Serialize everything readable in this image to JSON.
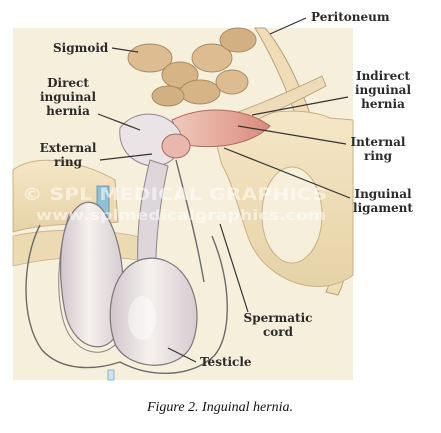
{
  "labels": {
    "peritoneum": "Peritoneum",
    "sigmoid": "Sigmoid",
    "direct_1": "Direct",
    "direct_2": "inguinal",
    "direct_3": "hernia",
    "indirect_1": "Indirect",
    "indirect_2": "inguinal",
    "indirect_3": "hernia",
    "external_1": "External",
    "external_2": "ring",
    "internal_1": "Internal",
    "internal_2": "ring",
    "ligament_1": "Inguinal",
    "ligament_2": "ligament",
    "cord_1": "Spermatic",
    "cord_2": "cord",
    "testicle": "Testicle"
  },
  "watermark": {
    "line1": "© SPL MEDICAL GRAPHICS",
    "line2": "www.splmedicalgraphics.com"
  },
  "caption": "Figure 2. Inguinal hernia.",
  "colors": {
    "background": "#f6efdc",
    "bone": "#f2e2bd",
    "bone_shadow": "#e2cfa3",
    "sigmoid": "#d8b98e",
    "hernia": "#e3a79a",
    "skin": "#f3ece7",
    "skin_shadow": "#ccc3c8",
    "canal": "#8fc0d6"
  }
}
